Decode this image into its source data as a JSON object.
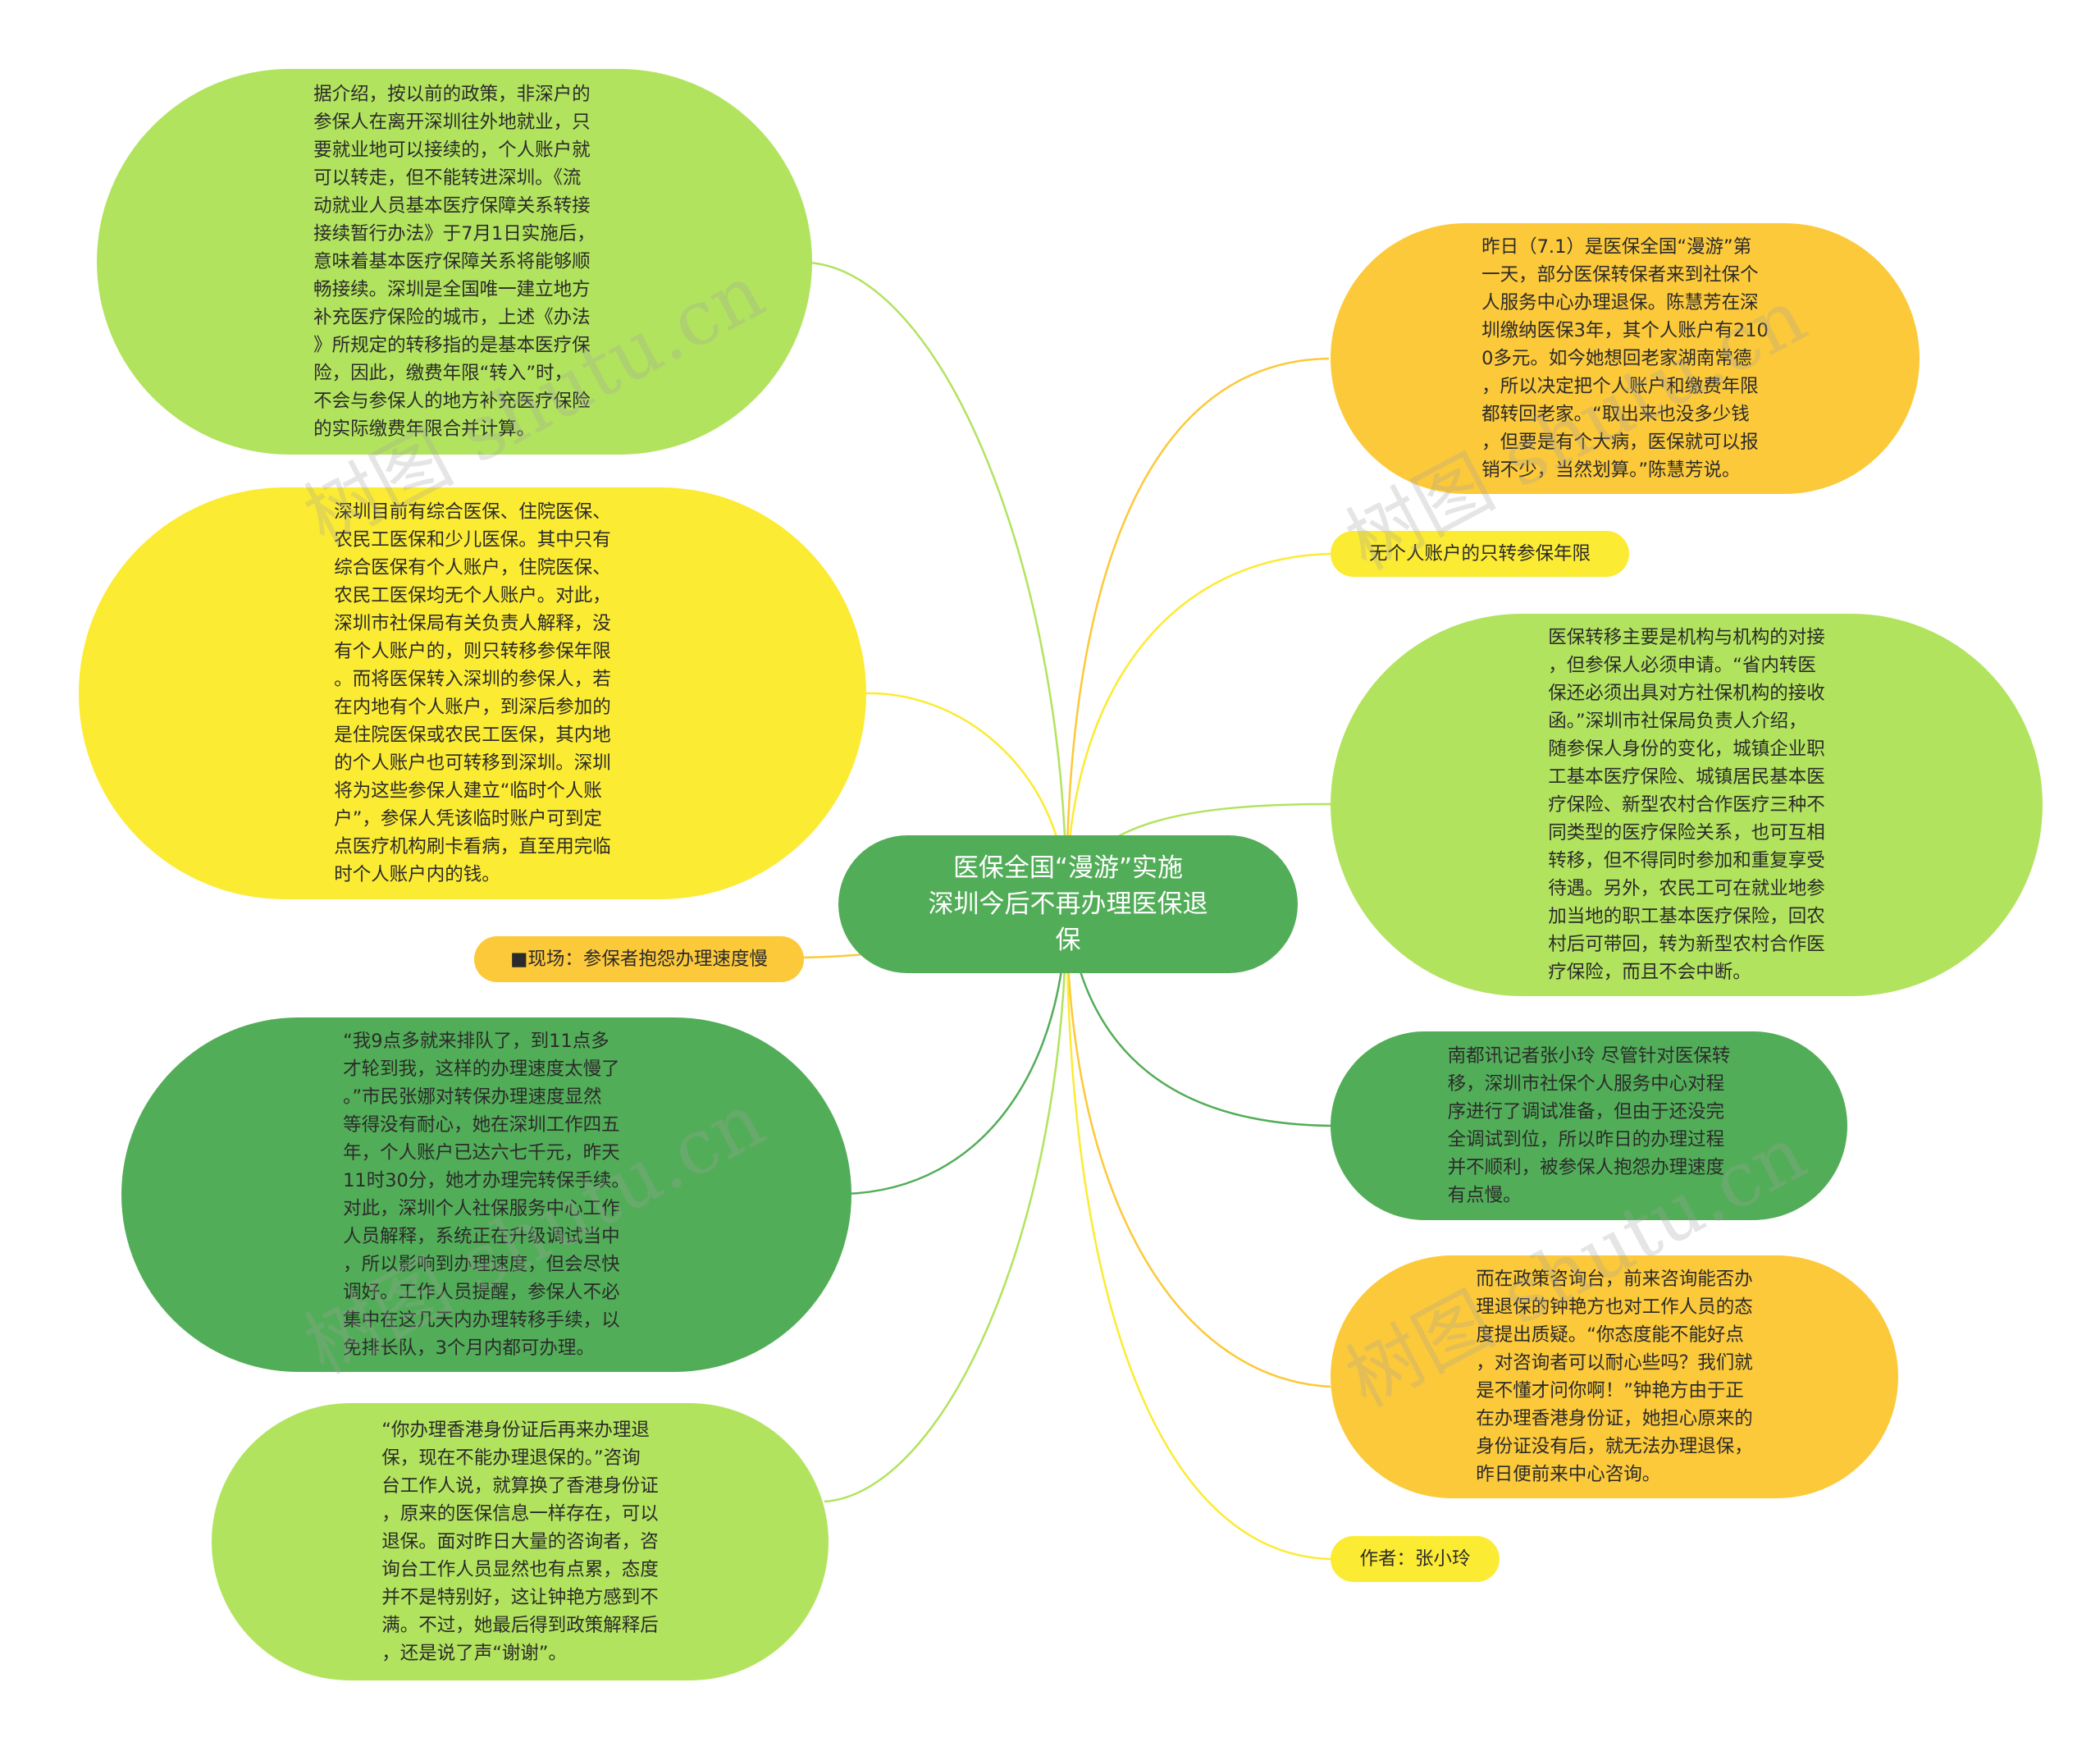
{
  "center": {
    "title": "医保全国“漫游”实施\n深圳今后不再办理医保退\n保"
  },
  "nodes": {
    "l1": "据介绍，按以前的政策，非深户的\n参保人在离开深圳往外地就业，只\n要就业地可以接续的，个人账户就\n可以转走，但不能转进深圳。《流\n动就业人员基本医疗保障关系转接\n接续暂行办法》于7月1日实施后，\n意味着基本医疗保障关系将能够顺\n畅接续。深圳是全国唯一建立地方\n补充医疗保险的城市，上述《办法\n》所规定的转移指的是基本医疗保\n险，因此，缴费年限“转入”时，\n不会与参保人的地方补充医疗保险\n的实际缴费年限合并计算。",
    "l2": "深圳目前有综合医保、住院医保、\n农民工医保和少儿医保。其中只有\n综合医保有个人账户，住院医保、\n农民工医保均无个人账户。对此，\n深圳市社保局有关负责人解释，没\n有个人账户的，则只转移参保年限\n。而将医保转入深圳的参保人，若\n在内地有个人账户，到深后参加的\n是住院医保或农民工医保，其内地\n的个人账户也可转移到深圳。深圳\n将为这些参保人建立“临时个人账\n户”，参保人凭该临时账户可到定\n点医疗机构刷卡看病，直至用完临\n时个人账户内的钱。",
    "l3": "■现场：参保者抱怨办理速度慢",
    "l4": "“我9点多就来排队了，到11点多\n才轮到我，这样的办理速度太慢了\n。”市民张娜对转保办理速度显然\n等得没有耐心，她在深圳工作四五\n年，个人账户已达六七千元，昨天\n11时30分，她才办理完转保手续。\n对此，深圳个人社保服务中心工作\n人员解释，系统正在升级调试当中\n，所以影响到办理速度，但会尽快\n调好。工作人员提醒，参保人不必\n集中在这几天内办理转移手续，以\n免排长队，3个月内都可办理。",
    "l5": "“你办理香港身份证后再来办理退\n保，现在不能办理退保的。”咨询\n台工作人说，就算换了香港身份证\n，原来的医保信息一样存在，可以\n退保。面对昨日大量的咨询者，咨\n询台工作人员显然也有点累，态度\n并不是特别好，这让钟艳方感到不\n满。不过，她最后得到政策解释后\n，还是说了声“谢谢”。",
    "r1": "昨日（7.1）是医保全国“漫游”第\n一天，部分医保转保者来到社保个\n人服务中心办理退保。陈慧芳在深\n圳缴纳医保3年，其个人账户有210\n0多元。如今她想回老家湖南常德\n，所以决定把个人账户和缴费年限\n都转回老家。“取出来也没多少钱\n，但要是有个大病，医保就可以报\n销不少，当然划算。”陈慧芳说。",
    "r2": "无个人账户的只转参保年限",
    "r3": "医保转移主要是机构与机构的对接\n，但参保人必须申请。“省内转医\n保还必须出具对方社保机构的接收\n函。”深圳市社保局负责人介绍，\n随参保人身份的变化，城镇企业职\n工基本医疗保险、城镇居民基本医\n疗保险、新型农村合作医疗三种不\n同类型的医疗保险关系，也可互相\n转移，但不得同时参加和重复享受\n待遇。另外，农民工可在就业地参\n加当地的职工基本医疗保险，回农\n村后可带回，转为新型农村合作医\n疗保险，而且不会中断。",
    "r4": "南都讯记者张小玲 尽管针对医保转\n移，深圳市社保个人服务中心对程\n序进行了调试准备，但由于还没完\n全调试到位，所以昨日的办理过程\n并不顺利，被参保人抱怨办理速度\n有点慢。",
    "r5": "而在政策咨询台，前来咨询能否办\n理退保的钟艳方也对工作人员的态\n度提出质疑。“你态度能不能好点\n，对咨询者可以耐心些吗？我们就\n是不懂才问你啊！”钟艳方由于正\n在办理香港身份证，她担心原来的\n身份证没有后，就无法办理退保，\n昨日便前来中心咨询。",
    "r6": "作者：张小玲"
  },
  "colors": {
    "lime": "#b2e35e",
    "yellow": "#fceb33",
    "orange": "#fcc93a",
    "green": "#52ad58"
  },
  "watermark": "树图 shutu.cn"
}
